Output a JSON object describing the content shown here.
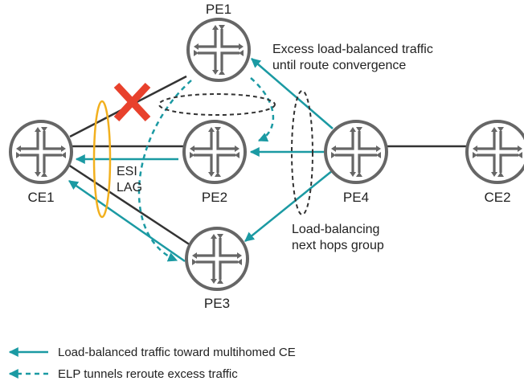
{
  "nodes": {
    "pe1": "PE1",
    "pe2": "PE2",
    "pe3": "PE3",
    "pe4": "PE4",
    "ce1": "CE1",
    "ce2": "CE2"
  },
  "annotations": {
    "excess_line1": "Excess load-balanced traffic",
    "excess_line2": "until route convergence",
    "esi_line1": "ESI",
    "esi_line2": "LAG",
    "lb_line1": "Load-balancing",
    "lb_line2": "next hops group"
  },
  "legend": {
    "solid": "Load-balanced traffic toward multihomed CE",
    "dashed": "ELP tunnels reroute excess traffic"
  },
  "colors": {
    "teal": "#1b9aa3",
    "link": "#333333",
    "router": "#666666",
    "esi_lag": "#f2b01e",
    "failure": "#e8412c"
  }
}
